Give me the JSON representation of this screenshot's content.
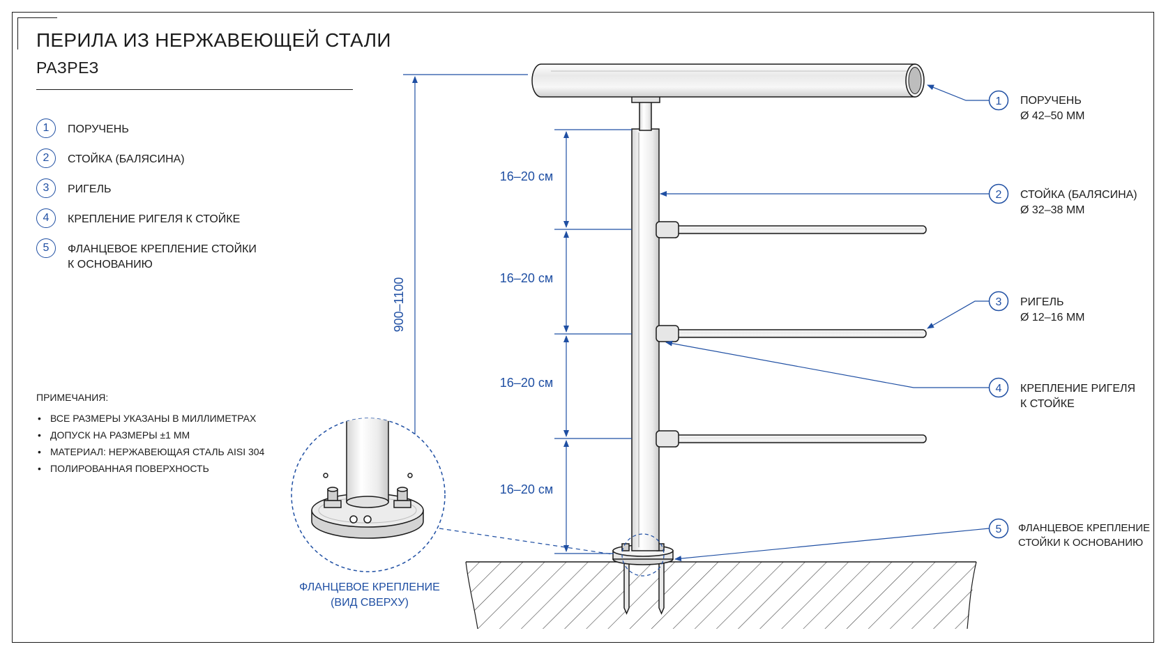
{
  "title": "ПЕРИЛА ИЗ НЕРЖАВЕЮЩЕЙ СТАЛИ",
  "subtitle": "РАЗРЕЗ",
  "legend": [
    {
      "num": "1",
      "label": "ПОРУЧЕНЬ"
    },
    {
      "num": "2",
      "label": "СТОЙКА (БАЛЯСИНА)"
    },
    {
      "num": "3",
      "label": "РИГЕЛЬ"
    },
    {
      "num": "4",
      "label": "КРЕПЛЕНИЕ РИГЕЛЯ К СТОЙКЕ"
    },
    {
      "num": "5",
      "label_line1": "ФЛАНЦЕВОЕ КРЕПЛЕНИЕ СТОЙКИ",
      "label_line2": "К ОСНОВАНИЮ"
    }
  ],
  "notes": {
    "heading": "ПРИМЕЧАНИЯ:",
    "items": [
      "ВСЕ РАЗМЕРЫ УКАЗАНЫ В МИЛЛИМЕТРАХ",
      "ДОПУСК НА РАЗМЕРЫ ±1 ММ",
      "МАТЕРИАЛ: НЕРЖАВЕЮЩАЯ СТАЛЬ AISI 304",
      "ПОЛИРОВАННАЯ ПОВЕРХНОСТЬ"
    ]
  },
  "dimensions": {
    "height": "900–1100",
    "spacings": [
      "16–20 см",
      "16–20 см",
      "16–20 см",
      "16–20 см"
    ]
  },
  "callouts": [
    {
      "num": "1",
      "line1": "ПОРУЧЕНЬ",
      "line2": "Ø 42–50 ММ"
    },
    {
      "num": "2",
      "line1": "СТОЙКА (БАЛЯСИНА)",
      "line2": "Ø 32–38 ММ"
    },
    {
      "num": "3",
      "line1": "РИГЕЛЬ",
      "line2": "Ø 12–16 ММ"
    },
    {
      "num": "4",
      "line1": "КРЕПЛЕНИЕ РИГЕЛЯ",
      "line2": "К СТОЙКЕ"
    },
    {
      "num": "5",
      "line1": "ФЛАНЦЕВОЕ КРЕПЛЕНИЕ",
      "line2": "СТОЙКИ К ОСНОВАНИЮ"
    }
  ],
  "detail": {
    "caption_line1": "ФЛАНЦЕВОЕ КРЕПЛЕНИЕ",
    "caption_line2": "(ВИД СВЕРХУ)"
  },
  "colors": {
    "accent": "#1f4fa3",
    "ink": "#1c1c1c"
  }
}
